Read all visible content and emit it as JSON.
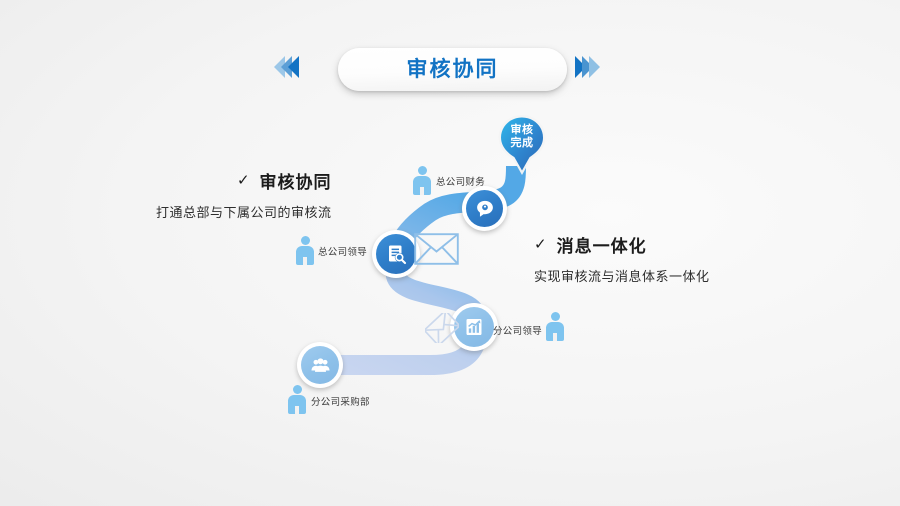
{
  "slide": {
    "background_color": "#eeeeee",
    "accent_color": "#1273c4"
  },
  "header": {
    "title": "审核协同",
    "left_chevrons_icon": "chevrons-left-icon",
    "right_chevrons_icon": "chevrons-right-icon",
    "chevron_colors": [
      "#8fc0e4",
      "#4a94d0",
      "#1273c4"
    ]
  },
  "end_marker": {
    "icon": "map-pin-icon",
    "label_line1": "审核",
    "label_line2": "完成",
    "fill_from": "#2fb4e8",
    "fill_to": "#2a6fba"
  },
  "flow": {
    "ribbon_color_top": "#57aae6",
    "ribbon_color_bottom": "#c6d4ef",
    "nodes": [
      {
        "id": "node-group",
        "icon": "users-group-icon",
        "style": "light",
        "role_label": "分公司采购部",
        "person_icon": "person-icon"
      },
      {
        "id": "node-chart",
        "icon": "bar-chart-growth-icon",
        "style": "light",
        "role_label": "分公司领导",
        "person_icon": "person-icon"
      },
      {
        "id": "node-review",
        "icon": "document-search-icon",
        "style": "dark",
        "role_label": "总公司领导",
        "person_icon": "person-icon"
      },
      {
        "id": "node-message",
        "icon": "chat-bubble-icon",
        "style": "dark",
        "role_label": "总公司财务",
        "person_icon": "person-icon"
      }
    ],
    "envelopes": [
      {
        "id": "envelope-upper",
        "icon": "envelope-icon",
        "color": "#8fbfe8"
      },
      {
        "id": "envelope-lower",
        "icon": "envelope-icon",
        "color": "#cdd9ee"
      }
    ]
  },
  "callouts": [
    {
      "id": "callout-audit",
      "check_glyph": "✓",
      "heading": "审核协同",
      "subtitle": "打通总部与下属公司的审核流"
    },
    {
      "id": "callout-message",
      "check_glyph": "✓",
      "heading": "消息一体化",
      "subtitle": "实现审核流与消息体系一体化"
    }
  ]
}
